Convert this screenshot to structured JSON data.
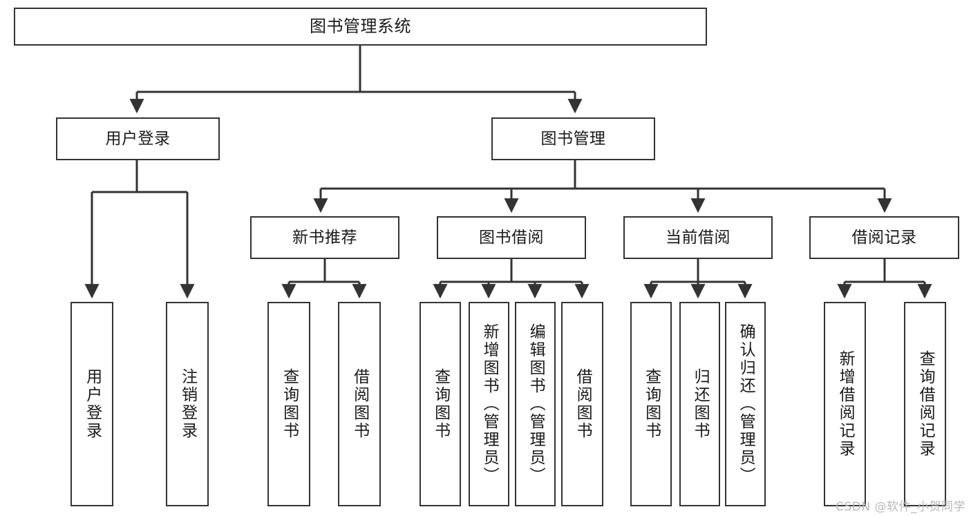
{
  "diagram": {
    "title": "图书管理系统",
    "type": "tree-hierarchy",
    "watermark": "CSDN @软件_小贺同学",
    "colors": {
      "box_border": "#333333",
      "box_fill": "#ffffff",
      "edge": "#333333",
      "text": "#1a1a1a",
      "watermark": "#b8b8b8"
    },
    "nodes": {
      "root": {
        "id": "root",
        "label": "图书管理系统",
        "level": 0
      },
      "l1": [
        {
          "id": "user-login",
          "label": "用户登录",
          "level": 1
        },
        {
          "id": "book-manage",
          "label": "图书管理",
          "level": 1
        }
      ],
      "l2": [
        {
          "id": "new-book-recommend",
          "label": "新书推荐",
          "level": 2,
          "parent": "book-manage"
        },
        {
          "id": "book-borrow",
          "label": "图书借阅",
          "level": 2,
          "parent": "book-manage"
        },
        {
          "id": "current-borrow",
          "label": "当前借阅",
          "level": 2,
          "parent": "book-manage"
        },
        {
          "id": "borrow-record",
          "label": "借阅记录",
          "level": 2,
          "parent": "book-manage"
        }
      ],
      "leaves": [
        {
          "id": "leaf-user-login",
          "label": "用户登录",
          "parent": "user-login"
        },
        {
          "id": "leaf-logout",
          "label": "注销登录",
          "parent": "user-login"
        },
        {
          "id": "leaf-query-book-1",
          "label": "查询图书",
          "parent": "new-book-recommend"
        },
        {
          "id": "leaf-borrow-book-1",
          "label": "借阅图书",
          "parent": "new-book-recommend"
        },
        {
          "id": "leaf-query-book-2",
          "label": "查询图书",
          "parent": "book-borrow"
        },
        {
          "id": "leaf-add-book",
          "label": "新增图书（管理员）",
          "parent": "book-borrow"
        },
        {
          "id": "leaf-edit-book",
          "label": "编辑图书（管理员）",
          "parent": "book-borrow"
        },
        {
          "id": "leaf-borrow-book-2",
          "label": "借阅图书",
          "parent": "book-borrow"
        },
        {
          "id": "leaf-query-book-3",
          "label": "查询图书",
          "parent": "current-borrow"
        },
        {
          "id": "leaf-return-book",
          "label": "归还图书",
          "parent": "current-borrow"
        },
        {
          "id": "leaf-confirm-return",
          "label": "确认归还（管理员）",
          "parent": "current-borrow"
        },
        {
          "id": "leaf-add-record",
          "label": "新增借阅记录",
          "parent": "borrow-record"
        },
        {
          "id": "leaf-query-record",
          "label": "查询借阅记录",
          "parent": "borrow-record"
        }
      ]
    }
  }
}
